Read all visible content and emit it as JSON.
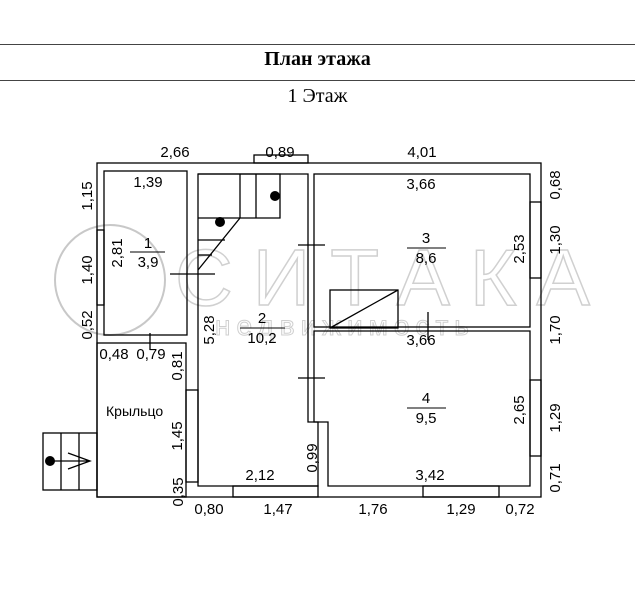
{
  "header": {
    "title": "План этажа",
    "floor": "1 Этаж"
  },
  "watermark": {
    "brand": "СИТАКА",
    "tagline": "недвижимость"
  },
  "rooms": [
    {
      "num": "1",
      "area": "3,9"
    },
    {
      "num": "2",
      "area": "10,2"
    },
    {
      "num": "3",
      "area": "8,6"
    },
    {
      "num": "4",
      "area": "9,5"
    },
    {
      "name": "Крыльцо"
    }
  ],
  "dims": {
    "top": [
      "2,66",
      "0,89",
      "4,01"
    ],
    "left": [
      "1,15",
      "1,40",
      "0,52"
    ],
    "right": [
      "0,68",
      "1,30",
      "1,70",
      "1,29",
      "0,71"
    ],
    "bottom": [
      "0,35",
      "0,80",
      "1,47",
      "1,76",
      "1,29",
      "0,72"
    ],
    "inner": {
      "r1_top": "1,39",
      "r1_side": "2,81",
      "r1_bot_a": "0,48",
      "r1_bot_b": "0,79",
      "porch_a": "0,81",
      "porch_b": "1,45",
      "hall_side": "5,28",
      "hall_bot": "2,12",
      "hall_step": "0,99",
      "r3_top": "3,66",
      "r3_side": "2,53",
      "r4_top": "3,66",
      "r4_side": "2,65",
      "r4_bot": "3,42"
    }
  }
}
